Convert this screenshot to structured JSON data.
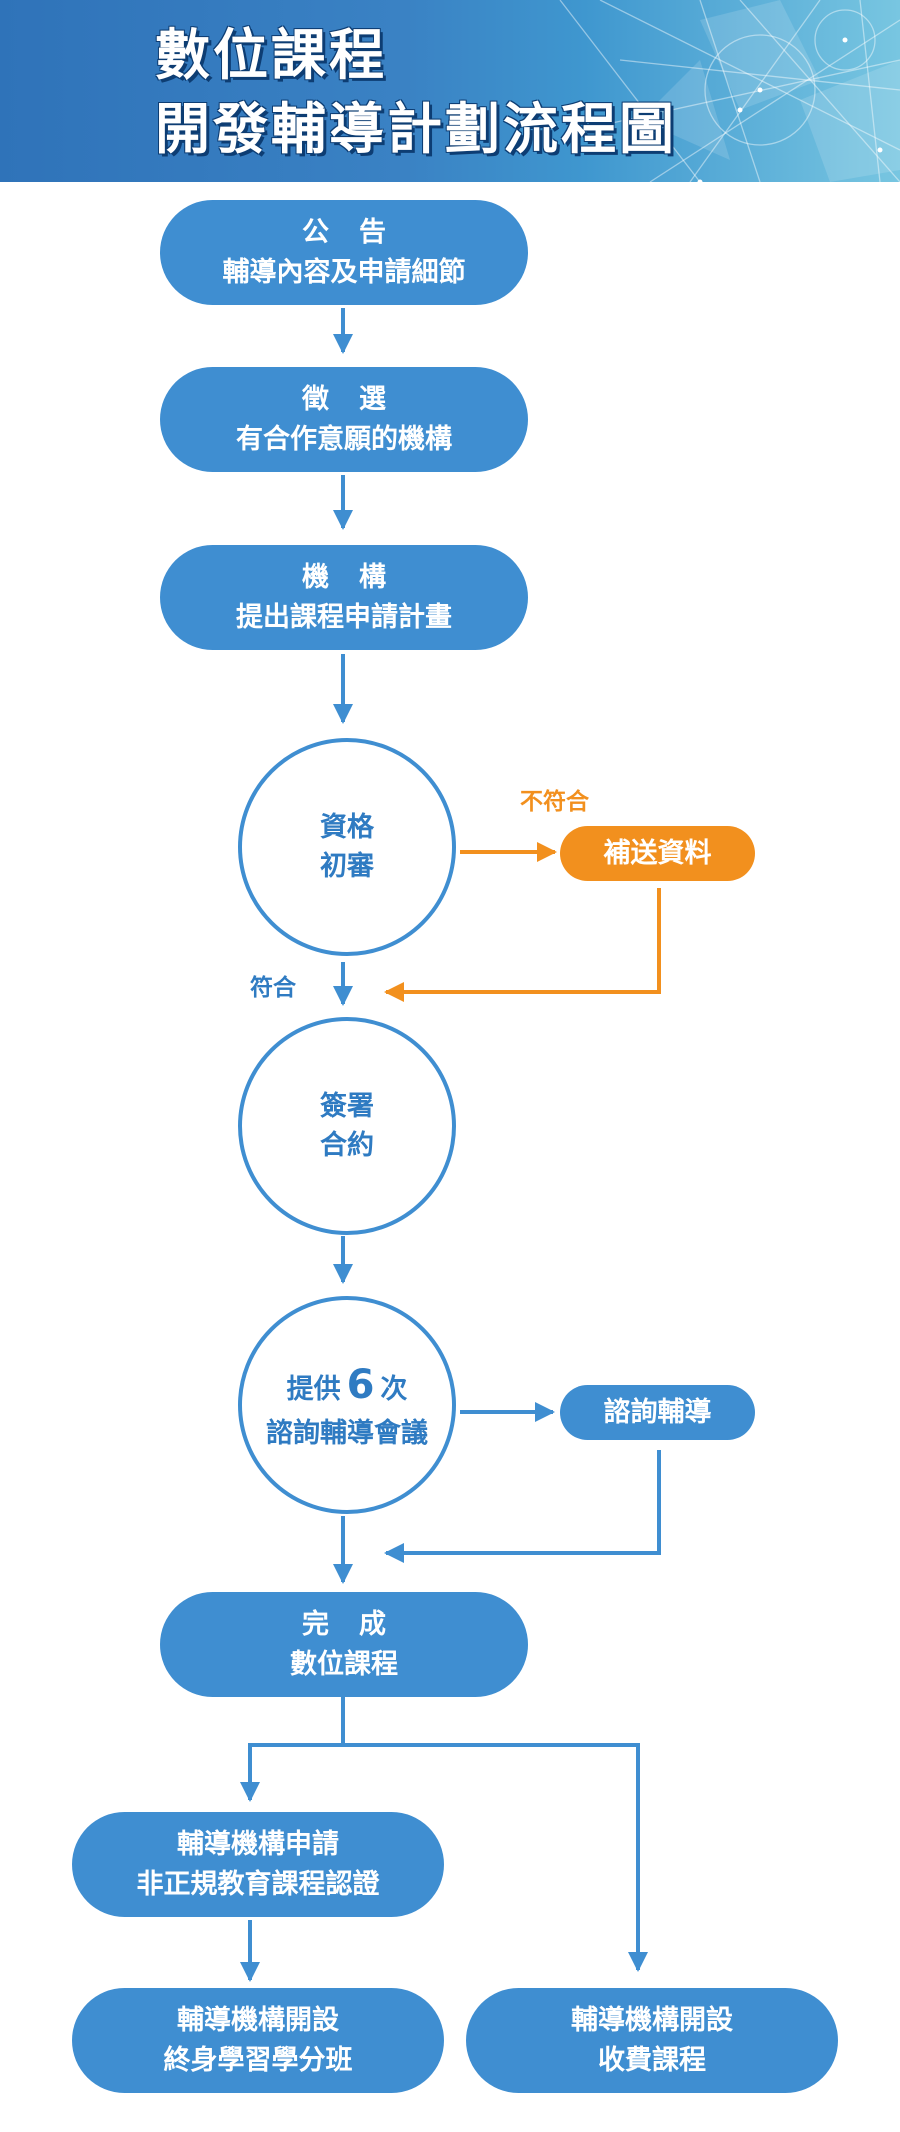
{
  "title": {
    "line1": "數位課程",
    "line2": "開發輔導計劃流程圖"
  },
  "nodes": {
    "announce": {
      "line1": "公告",
      "line2": "輔導內容及申請細節"
    },
    "recruit": {
      "line1": "徵選",
      "line2": "有合作意願的機構"
    },
    "institution": {
      "line1": "機構",
      "line2": "提出課程申請計畫"
    },
    "review": {
      "line1": "資格",
      "line2": "初審"
    },
    "supplement": {
      "label": "補送資料"
    },
    "contract": {
      "line1": "簽署",
      "line2": "合約"
    },
    "consult": {
      "prefix": "提供",
      "count": "6",
      "suffix": "次",
      "line2": "諮詢輔導會議"
    },
    "advisory": {
      "label": "諮詢輔導"
    },
    "complete": {
      "line1": "完成",
      "line2": "數位課程"
    },
    "certify": {
      "line1": "輔導機構申請",
      "line2": "非正規教育課程認證"
    },
    "credit_class": {
      "line1": "輔導機構開設",
      "line2": "終身學習學分班"
    },
    "paid_course": {
      "line1": "輔導機構開設",
      "line2": "收費課程"
    }
  },
  "edge_labels": {
    "fail": "不符合",
    "pass": "符合"
  },
  "colors": {
    "primary": "#3f8ed1",
    "text_blue": "#2f7bc2",
    "orange": "#f2901e",
    "header_dark": "#2f73b9",
    "header_light": "#78c6e1"
  }
}
